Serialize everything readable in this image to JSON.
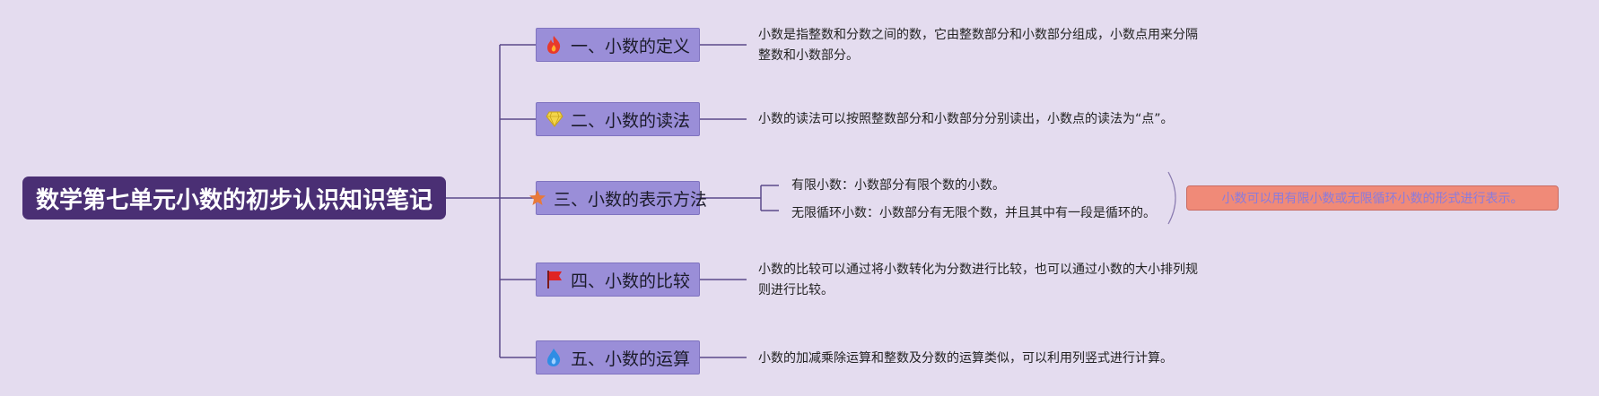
{
  "root": {
    "title": "数学第七单元小数的初步认识知识笔记"
  },
  "colors": {
    "background": "#e4dcef",
    "root_fill": "#4a2f74",
    "topic_fill": "#9a8ed8",
    "connector": "#5b4a8a",
    "summary_fill": "#f08a78",
    "summary_text": "#8a7bdc"
  },
  "topics": [
    {
      "label": "一、小数的定义",
      "icon": "fire-icon",
      "description": [
        "小数是指整数和分数之间的数，它由整数部分和小数部分组成，小数点用来分隔",
        "整数和小数部分。"
      ]
    },
    {
      "label": "二、小数的读法",
      "icon": "diamond-icon",
      "description": [
        "小数的读法可以按照整数部分和小数部分分别读出，小数点的读法为“点”。"
      ]
    },
    {
      "label": "三、小数的表示方法",
      "icon": "star-icon",
      "subtopics": [
        "有限小数：小数部分有限个数的小数。",
        "无限循环小数：小数部分有无限个数，并且其中有一段是循环的。"
      ],
      "summary": "小数可以用有限小数或无限循环小数的形式进行表示。"
    },
    {
      "label": "四、小数的比较",
      "icon": "flag-icon",
      "description": [
        "小数的比较可以通过将小数转化为分数进行比较，也可以通过小数的大小排列规",
        "则进行比较。"
      ]
    },
    {
      "label": "五、小数的运算",
      "icon": "water-drop-icon",
      "description": [
        "小数的加减乘除运算和整数及分数的运算类似，可以利用列竖式进行计算。"
      ]
    }
  ]
}
